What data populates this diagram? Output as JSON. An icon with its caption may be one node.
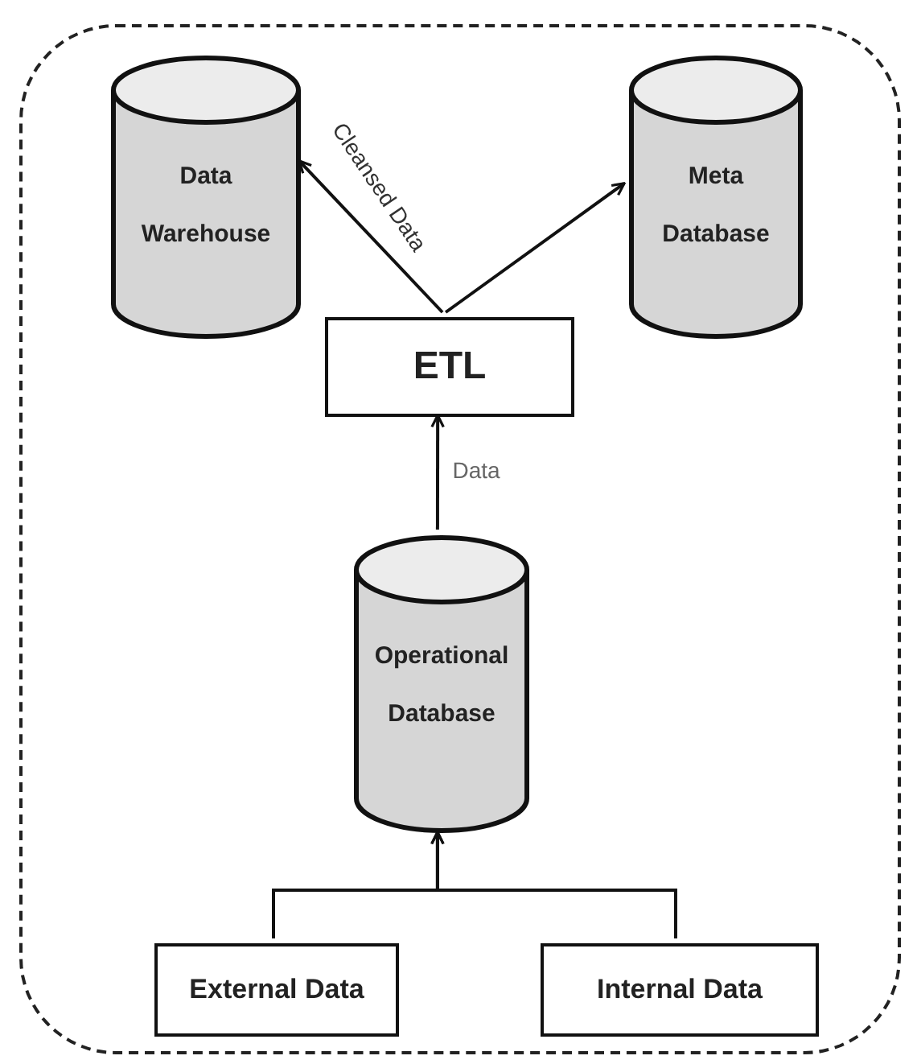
{
  "diagram": {
    "nodes": [
      {
        "text": [],
        "shape": "box"
      },
      {
        "text": [
          "Data Warehouse"
        ],
        "in": 0
      },
      {
        "text": [
          "Meta Database"
        ],
        "in": 0
      },
      {
        "text": [
          "ETL"
        ],
        "in": 0
      },
      {
        "text": [
          "Operational Database"
        ],
        "in": 0
      },
      {
        "text": [
          "External Data"
        ],
        "in": 0
      },
      {
        "text": [
          "Internal Data"
        ],
        "in": 0
      }
    ],
    "edges": [
      {
        "from": 3,
        "to": 1,
        "arrow": "to",
        "label": "Cleansed Data"
      },
      {
        "from": 3,
        "to": 2,
        "arrow": "to"
      },
      {
        "from": 4,
        "to": 3,
        "arrow": "to",
        "label": "Data"
      },
      {
        "from": 5,
        "to": 4,
        "arrow": "to"
      },
      {
        "from": 6,
        "to": 4,
        "arrow": "to"
      }
    ]
  }
}
